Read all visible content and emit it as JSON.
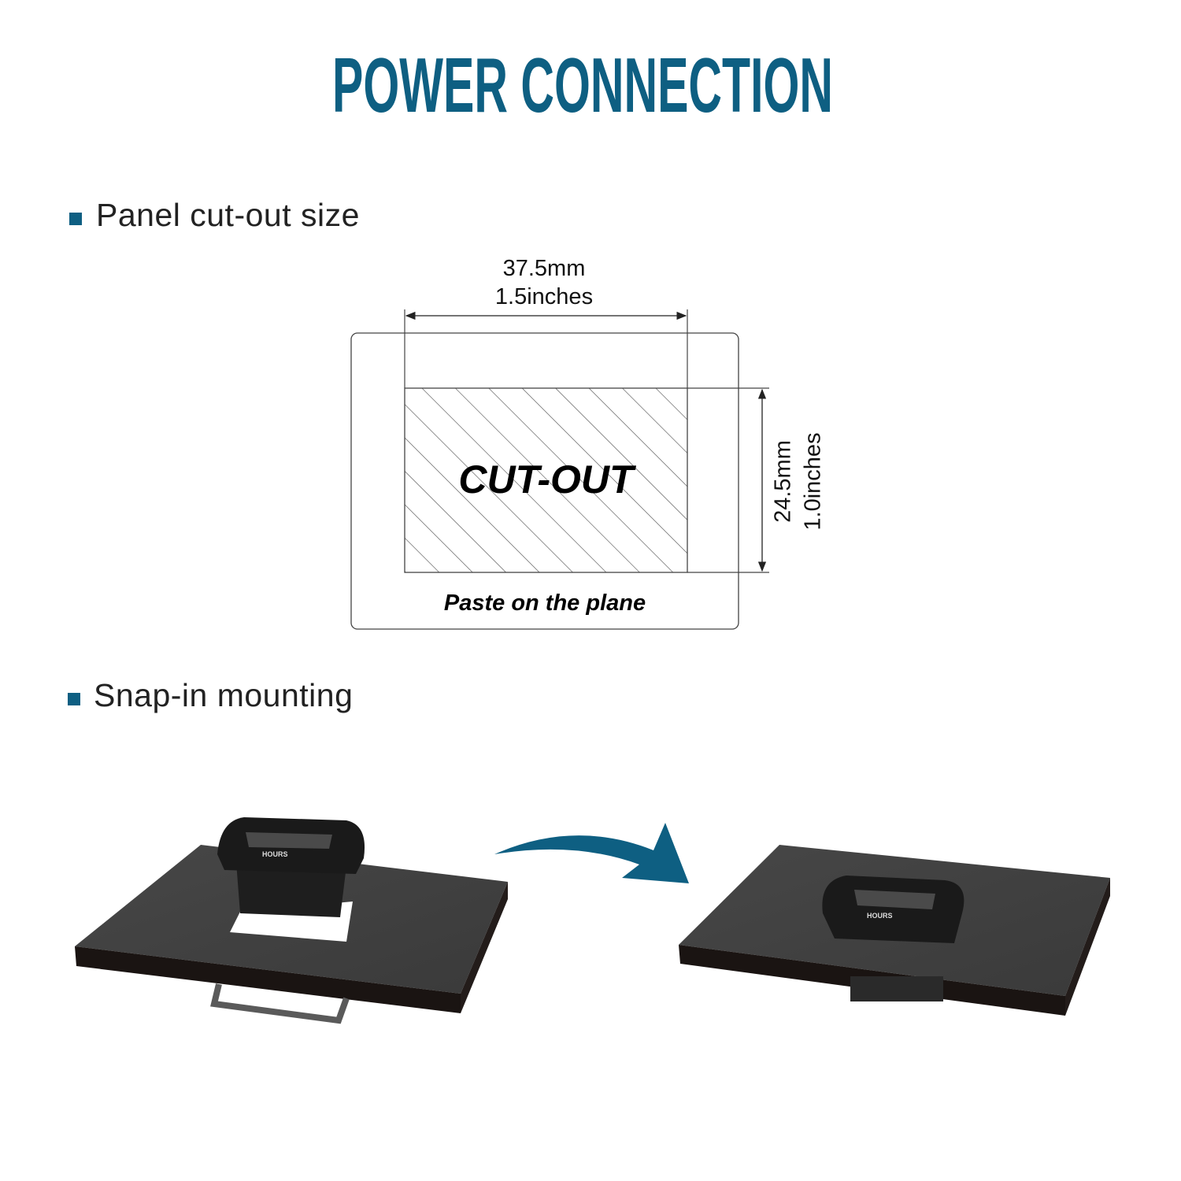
{
  "title": "POWER CONNECTION",
  "colors": {
    "accent": "#0e5f82",
    "panel": "#3f3f3f",
    "panel_edge": "#1a1412"
  },
  "sections": [
    {
      "label": "Panel cut-out size"
    },
    {
      "label": "Snap-in mounting"
    }
  ],
  "cutout_diagram": {
    "width_mm": "37.5mm",
    "width_in": "1.5inches",
    "height_mm": "24.5mm",
    "height_in": "1.0inches",
    "cutout_label": "CUT-OUT",
    "panel_label": "Paste on the plane"
  },
  "mounting": {
    "meter_label": "HOURS"
  }
}
